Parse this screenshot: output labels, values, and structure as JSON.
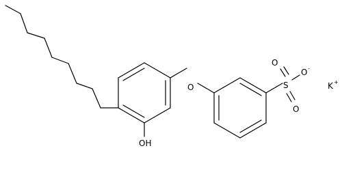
{
  "atoms": {
    "oxygen_ether": "O",
    "hydroxyl": "OH",
    "sulfur": "S",
    "oxygen_top": "O",
    "oxygen_bottom": "O",
    "oxygen_anion": "O",
    "anion_charge": "-",
    "potassium": "K",
    "potassium_charge": "+"
  },
  "colors": {
    "bond": "#000000",
    "text": "#000000",
    "background": "#ffffff"
  }
}
